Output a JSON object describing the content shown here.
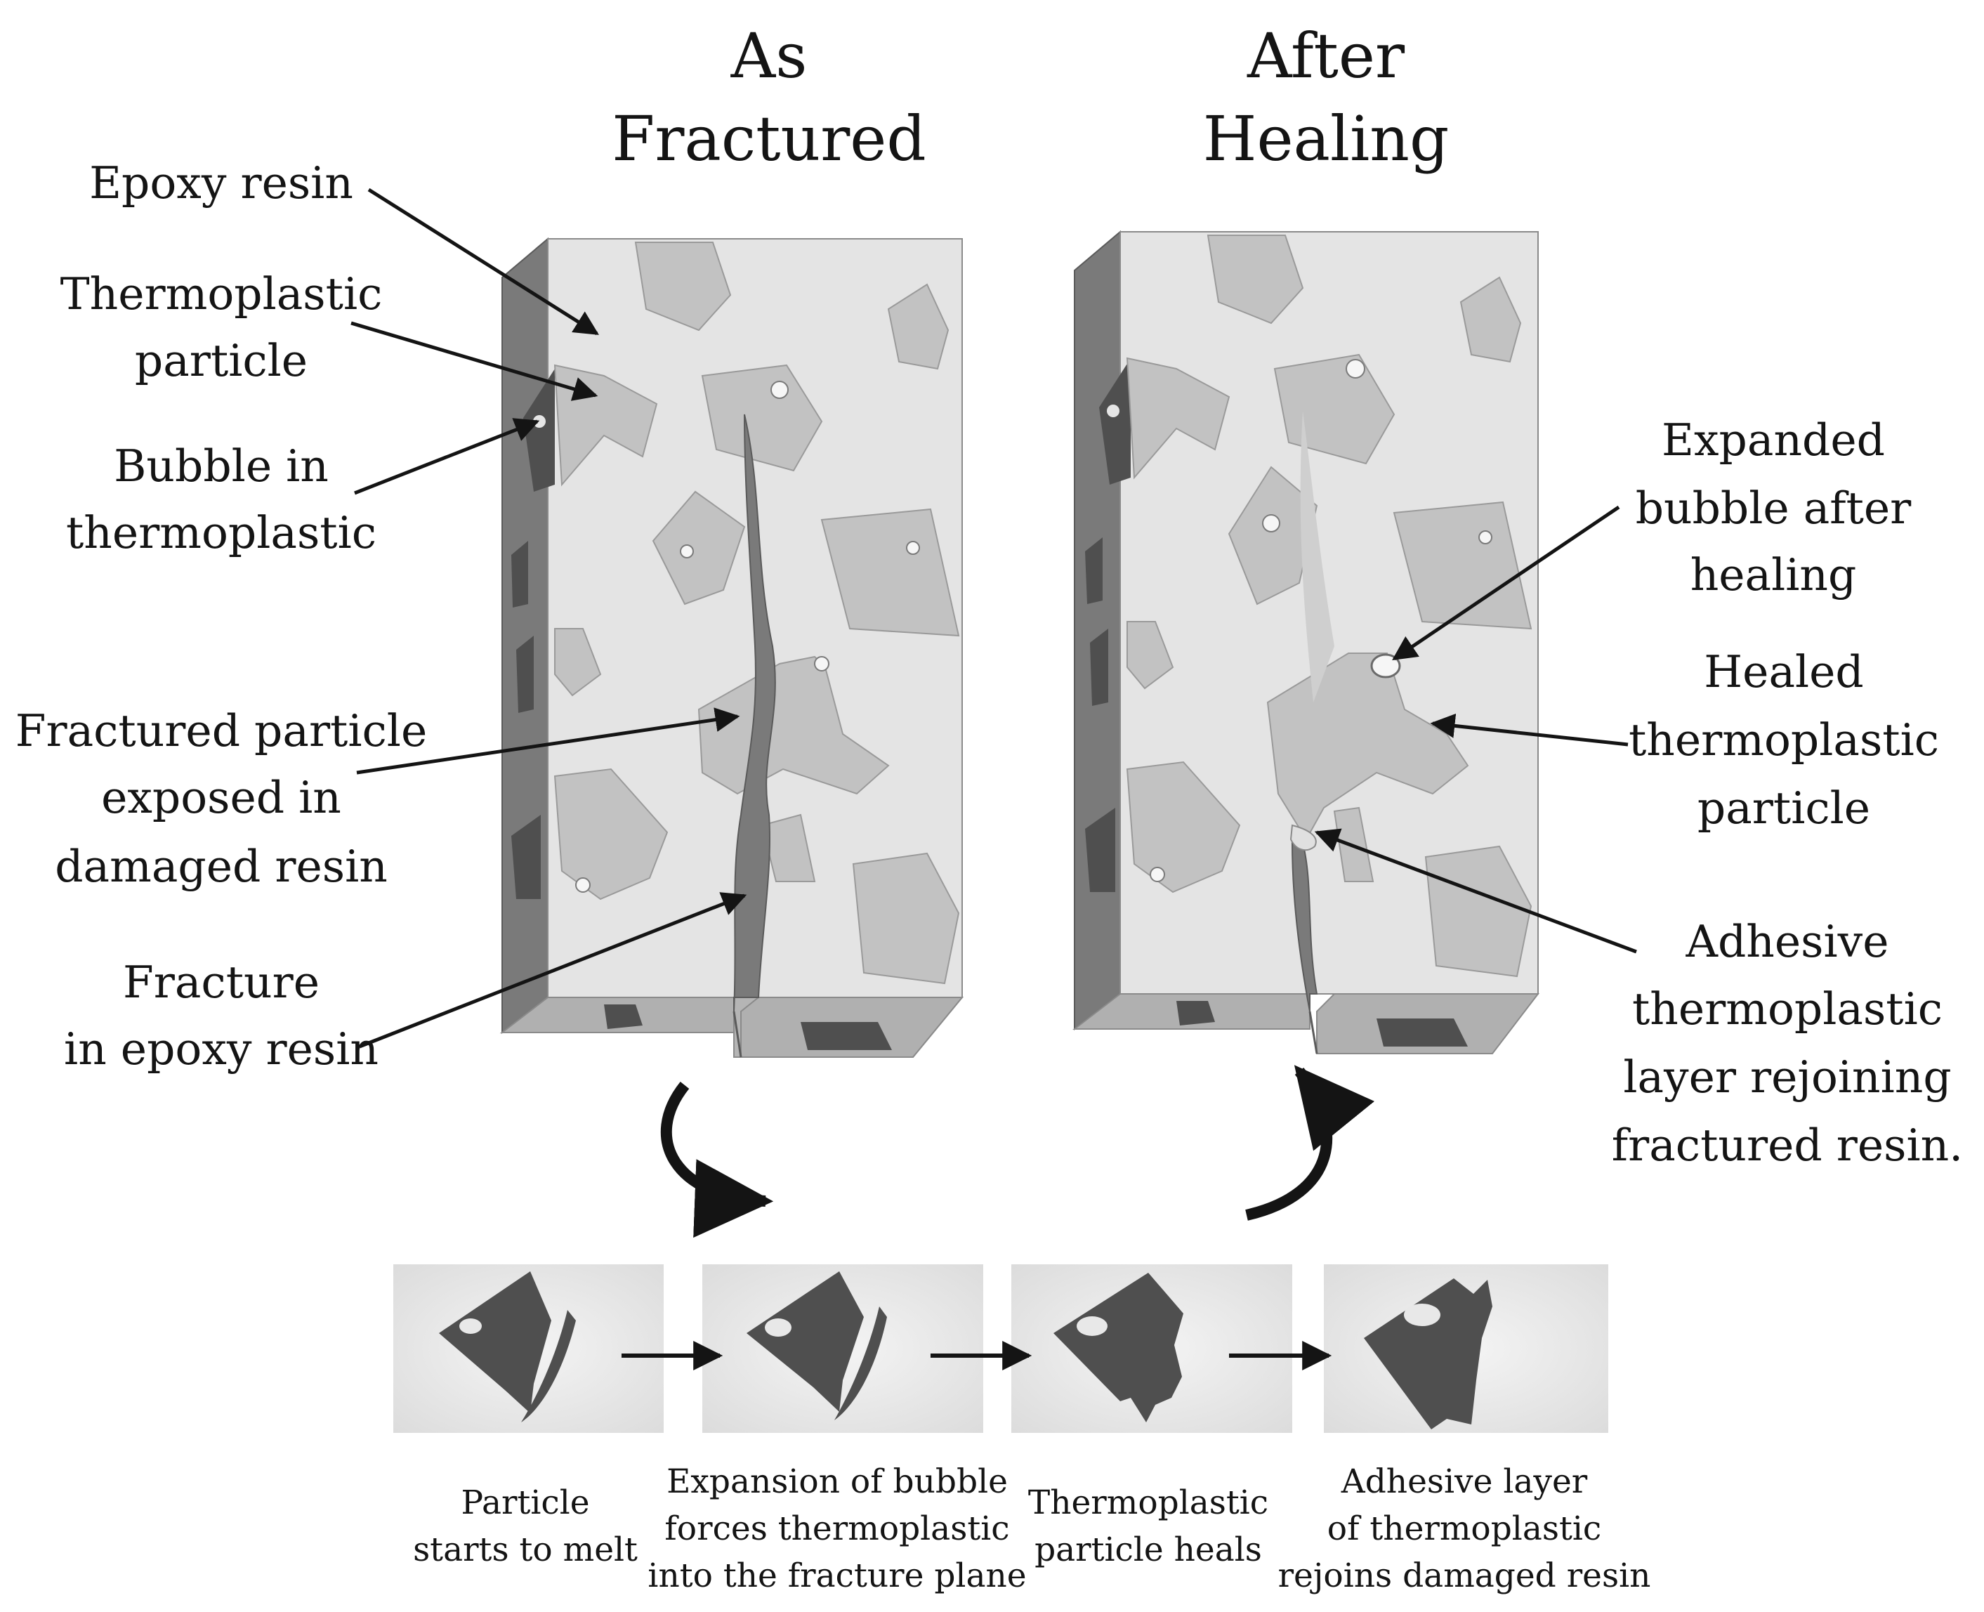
{
  "headings": {
    "left": [
      "As",
      "Fractured"
    ],
    "right": [
      "After",
      "Healing"
    ]
  },
  "left_labels": {
    "epoxy_resin": [
      "Epoxy resin"
    ],
    "thermoplastic_particle": [
      "Thermoplastic",
      "particle"
    ],
    "bubble": [
      "Bubble in",
      "thermoplastic"
    ],
    "fractured_particle": [
      "Fractured particle",
      "exposed in",
      "damaged resin"
    ],
    "fracture": [
      "Fracture",
      "in epoxy resin"
    ]
  },
  "right_labels": {
    "expanded_bubble": [
      "Expanded",
      "bubble after",
      "healing"
    ],
    "healed_particle": [
      "Healed",
      "thermoplastic",
      "particle"
    ],
    "adhesive_layer": [
      "Adhesive",
      "thermoplastic",
      "layer rejoining",
      "fractured resin."
    ]
  },
  "steps": [
    {
      "caption": [
        "Particle",
        "starts to melt"
      ]
    },
    {
      "caption": [
        "Expansion of bubble",
        "forces thermoplastic",
        "into the fracture plane"
      ]
    },
    {
      "caption": [
        "Thermoplastic",
        "particle heals"
      ]
    },
    {
      "caption": [
        "Adhesive layer",
        "of thermoplastic",
        "rejoins damaged resin"
      ]
    }
  ],
  "colors": {
    "epoxy": "#e4e4e4",
    "particle": "#c2c2c2",
    "side_face": "#7a7a7a",
    "dark_particle": "#4f4f4f",
    "stroke": "#8a8a8a",
    "ink": "#141414"
  }
}
